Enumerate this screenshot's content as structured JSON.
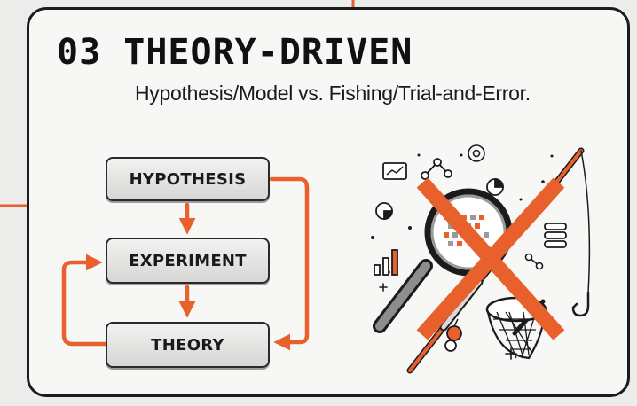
{
  "slide": {
    "title": "03 THEORY-DRIVEN",
    "subtitle": "Hypothesis/Model vs. Fishing/Trial-and-Error."
  },
  "flow": {
    "steps": [
      "HYPOTHESIS",
      "EXPERIMENT",
      "THEORY"
    ]
  },
  "colors": {
    "accent": "#e8602c",
    "ink": "#1b1b1b",
    "box_fill": "#e4e4e2"
  },
  "illustration": {
    "icons": [
      "magnifying-glass-icon",
      "fishing-rod-icon",
      "fishing-net-icon",
      "cross-out-icon",
      "bar-chart-icon",
      "node-graph-icon",
      "pie-chart-icon",
      "database-icon",
      "fish-hook-icon",
      "bug-icon"
    ]
  }
}
